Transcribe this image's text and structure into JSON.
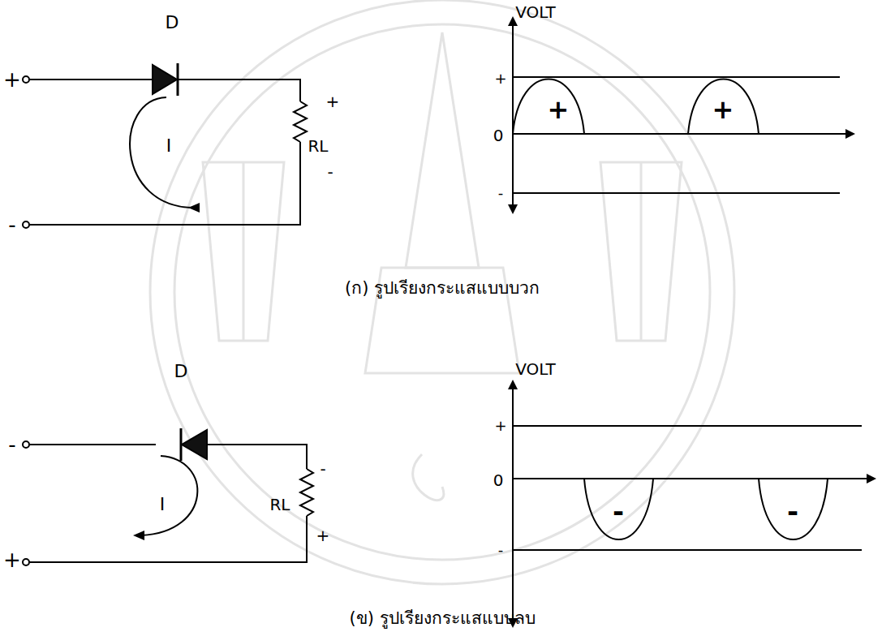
{
  "diagram": {
    "labels": [
      "D",
      "+",
      "-",
      "I",
      "RL",
      "+",
      "-",
      "VOLT",
      "+",
      "0",
      "-",
      "+",
      "+",
      "(ก) รูปเรียงกระแสแบบบวก",
      "D",
      "-",
      "+",
      "I",
      "RL",
      "-",
      "+",
      "VOLT",
      "+",
      "0",
      "-",
      "-",
      "-",
      "(ข) รูปเรียงกระแสแบบลบ"
    ]
  }
}
